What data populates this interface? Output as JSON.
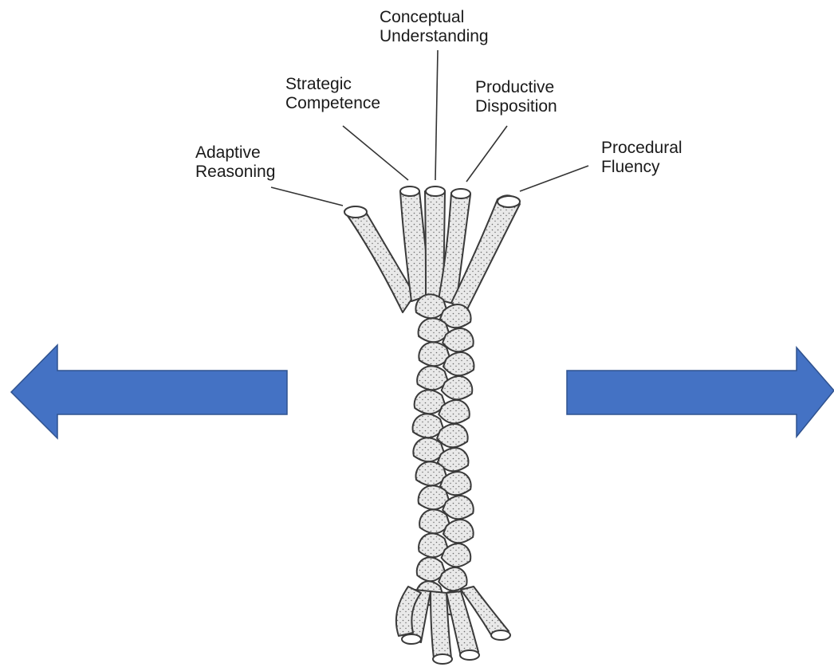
{
  "strands": [
    {
      "id": "adaptive",
      "line1": "Adaptive",
      "line2": "Reasoning"
    },
    {
      "id": "strategic",
      "line1": "Strategic",
      "line2": "Competence"
    },
    {
      "id": "conceptual",
      "line1": "Conceptual",
      "line2": "Understanding"
    },
    {
      "id": "productive",
      "line1": "Productive",
      "line2": "Disposition"
    },
    {
      "id": "procedural",
      "line1": "Procedural",
      "line2": "Fluency"
    }
  ],
  "colors": {
    "arrow_fill": "#4472c4",
    "arrow_stroke": "#2f528f",
    "rope_fill": "#e9e9e9",
    "rope_stroke": "#3a3a3a",
    "stipple": "#6a6a6a",
    "leader_line": "#333333"
  },
  "icons": {
    "left_arrow": "left-arrow-icon",
    "right_arrow": "right-arrow-icon",
    "rope": "braided-rope-illustration"
  }
}
